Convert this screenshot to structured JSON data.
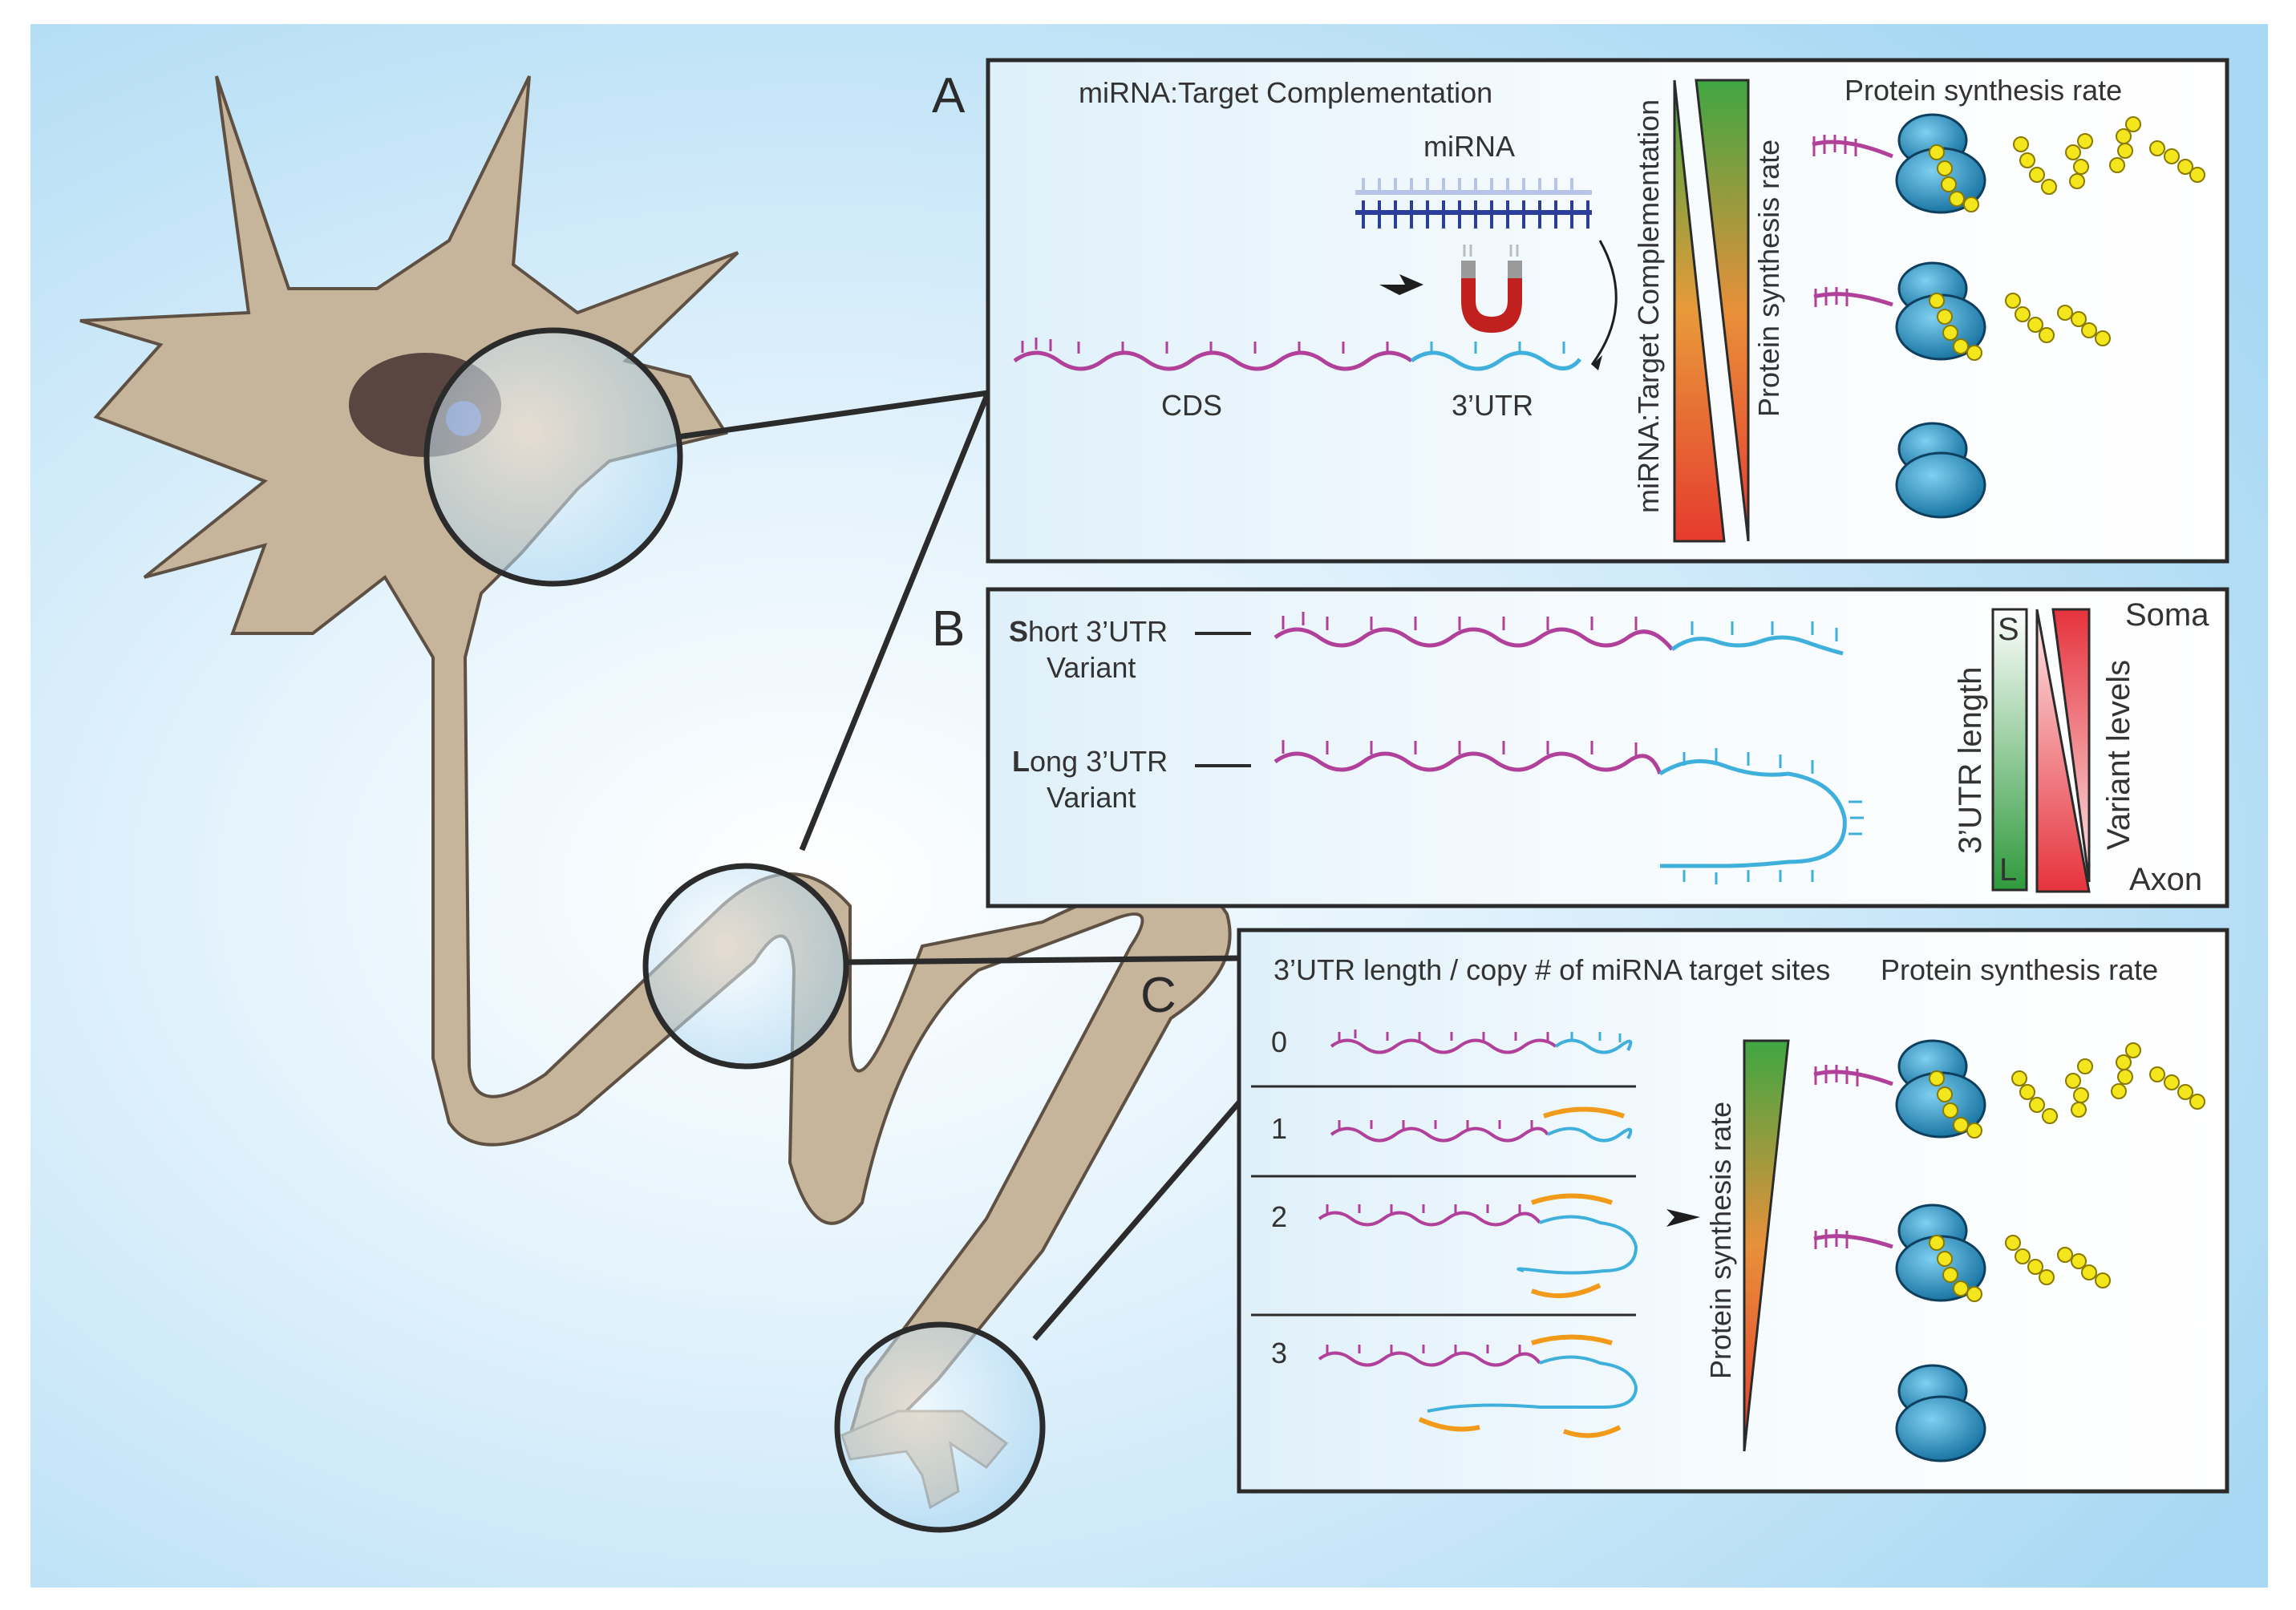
{
  "panel_a": {
    "letter": "A",
    "title": "miRNA:Target Complementation",
    "mirna_label": "miRNA",
    "cds_label": "CDS",
    "utr_label": "3’UTR",
    "complementation_axis": "miRNA:Target Complementation",
    "synthesis_axis": "Protein synthesis rate",
    "right_header": "Protein synthesis rate"
  },
  "panel_b": {
    "letter": "B",
    "short_bold": "S",
    "short_rest": "hort 3’UTR",
    "short_line2": "Variant",
    "long_bold": "L",
    "long_rest": "ong 3’UTR",
    "long_line2": "Variant",
    "utr_length_axis": "3’UTR length",
    "s_marker": "S",
    "l_marker": "L",
    "variant_axis": "Variant levels",
    "soma_label": "Soma",
    "axon_label": "Axon"
  },
  "panel_c": {
    "letter": "C",
    "title": "3’UTR length / copy # of miRNA target sites",
    "right_header": "Protein synthesis rate",
    "rows": [
      "0",
      "1",
      "2",
      "3"
    ],
    "synthesis_axis": "Protein synthesis rate"
  },
  "colors": {
    "background": "#b5def5",
    "cell_body": "#c6b49b",
    "nucleus": "#5a4640",
    "cds_strand": "#b0409a",
    "utr_strand": "#3fb0dc",
    "mirna_orange": "#f29a1a",
    "ribosome": "#1f8cc0",
    "amino_acid": "#f3e61c",
    "magnet_red": "#c0201e"
  }
}
